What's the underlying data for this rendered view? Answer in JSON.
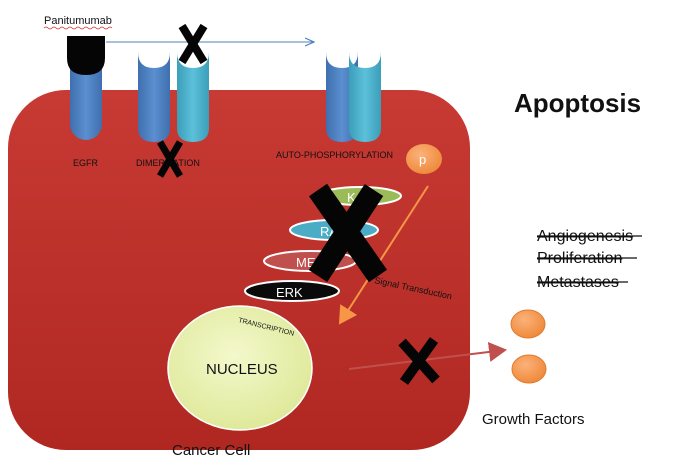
{
  "drug_label": "Panitumumab",
  "receptor_labels": {
    "egfr": "EGFR",
    "dimerization": "DIMERIZATION",
    "auto_phosphorylation": "AUTO-PHOSPHORYLATION"
  },
  "phospho_badge": "p",
  "pathway_labels": {
    "kras": "K",
    "raf": "RA",
    "mek": "ME",
    "erk": "ERK"
  },
  "signal_transduction": "Signal Transduction",
  "transcription": "TRANSCRIPTION",
  "nucleus": "NUCLEUS",
  "cell_label": "Cancer Cell",
  "apoptosis": "Apoptosis",
  "outcomes": [
    "Angiogenesis",
    "Proliferation",
    "Metastases"
  ],
  "growth_factors": "Growth Factors",
  "colors": {
    "cell": "#c0302b",
    "receptor_dark": "#4a7ebb",
    "receptor_light": "#4bacc6",
    "phospho": "#f79646",
    "kras": "#9bbb59",
    "raf": "#4bacc6",
    "mek": "#c0504d",
    "erk": "#0a0a0a",
    "nucleus": "#ebf1b0",
    "arrow_blue": "#4f81bd",
    "arrow_orange": "#f79646"
  }
}
